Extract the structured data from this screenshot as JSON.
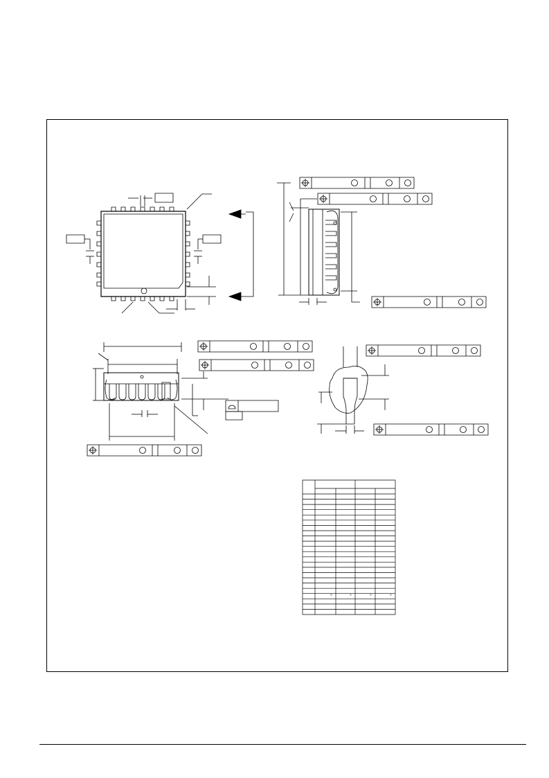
{
  "page": {
    "background": "#ffffff",
    "line_color": "#000000"
  },
  "views": {
    "top_view": {
      "name": "package-top-view"
    },
    "side_view_right": {
      "name": "package-side-view"
    },
    "side_view_bottom": {
      "name": "package-front-view"
    },
    "lead_detail": {
      "name": "lead-detail-view"
    }
  },
  "icons": {
    "position_tolerance": "crosshair-circle-icon",
    "datum_circle": "circle-icon",
    "flatness": "semicircle-icon",
    "arrow": "arrowhead-icon"
  },
  "dimension_table": {
    "rows": 24,
    "columns": 5
  }
}
